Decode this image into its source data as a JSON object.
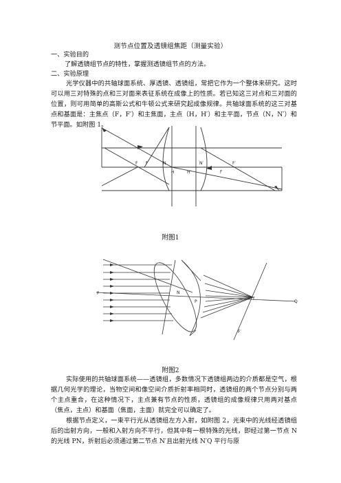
{
  "title": "测节点位置及透镜组焦距（测量实验）",
  "sections": [
    {
      "heading": "一、实验目的",
      "lines": [
        "了解透镜组节点的特性，掌握测透镜组节点的方法。"
      ]
    },
    {
      "heading": "二、实验原理"
    }
  ],
  "principle_paragraph": "光学仪器中的共轴球面系统、厚透镜、透镜组，常把它作为一个整体来研究。这时可以用三对特殊的点和三对面来表征系统在成像上的性质。若已知这三对点和三对面的位置，则可用简单的高斯公式和牛顿公式来研究起成像规律。共轴球面系统的这三对基点和基面是：主焦点（F，F′）和主焦面，主点（H，H′）和主平面，节点（N，N′）和节平面。如附图 1。",
  "figure1": {
    "caption": "附图1",
    "labels": {
      "F": "F",
      "F_prime": "F′",
      "N": "N",
      "N_prime": "N′",
      "H": "H",
      "H_prime": "H′",
      "f": "f",
      "f_prime": "f′"
    }
  },
  "figure2": {
    "caption": "附图2",
    "labels": {
      "F": "F",
      "N": "N",
      "P": "P",
      "Q": "Q",
      "f": "f",
      "F_prime": "F′"
    }
  },
  "last_paragraphs": [
    "实际使用的共轴球面系统——透镜组，多数情况下透镜组两边的介质都是空气，根据几何光学的理论，当物空间和像空间介质折射率相同时，透镜组的两个节点分别与两个主点重合，在这种情况下，主点兼有节点的性质，透镜组的成像规律只用两对基点（焦点，主点）和基面（焦面，主面）就完全可以确定了。",
    "根据节点定义，一束平行光从透镜组左方入射，如附图 2，光束中的光线经透镜组后的出射方向，一般和入射方向不平行，但其中有一根特殊的光线，即经过第一节点 N 的光线 PN，折射后必须通过第二节点 N′且出射光线 N′Q 平行与原"
  ]
}
